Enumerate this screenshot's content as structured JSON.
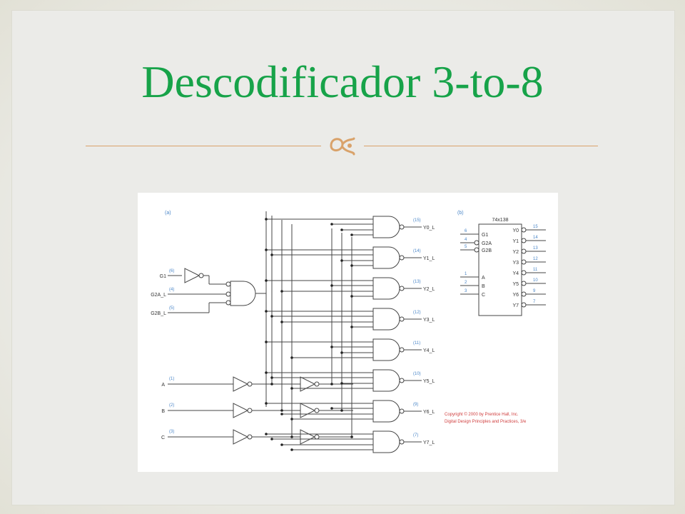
{
  "slide": {
    "title": "Descodificador 3-to-8",
    "ornament_icon": "fleuron-icon",
    "accent_color": "#17a349",
    "rule_color": "#d9a26a"
  },
  "figure": {
    "panel_a_label": "(a)",
    "panel_b_label": "(b)",
    "enable_inputs": [
      {
        "name": "G1",
        "pin": "(6)"
      },
      {
        "name": "G2A_L",
        "pin": "(4)"
      },
      {
        "name": "G2B_L",
        "pin": "(5)"
      }
    ],
    "select_inputs": [
      {
        "name": "A",
        "pin": "(1)"
      },
      {
        "name": "B",
        "pin": "(2)"
      },
      {
        "name": "C",
        "pin": "(3)"
      }
    ],
    "outputs": [
      {
        "name": "Y0_L",
        "pin": "(15)"
      },
      {
        "name": "Y1_L",
        "pin": "(14)"
      },
      {
        "name": "Y2_L",
        "pin": "(13)"
      },
      {
        "name": "Y3_L",
        "pin": "(12)"
      },
      {
        "name": "Y4_L",
        "pin": "(11)"
      },
      {
        "name": "Y5_L",
        "pin": "(10)"
      },
      {
        "name": "Y6_L",
        "pin": "(9)"
      },
      {
        "name": "Y7_L",
        "pin": "(7)"
      }
    ],
    "chip": {
      "name": "74x138",
      "left_pins": [
        {
          "name": "G1",
          "num": "6"
        },
        {
          "name": "G2A",
          "num": "4"
        },
        {
          "name": "G2B",
          "num": "5"
        },
        {
          "name": "A",
          "num": "1"
        },
        {
          "name": "B",
          "num": "2"
        },
        {
          "name": "C",
          "num": "3"
        }
      ],
      "right_pins": [
        {
          "name": "Y0",
          "num": "15"
        },
        {
          "name": "Y1",
          "num": "14"
        },
        {
          "name": "Y2",
          "num": "13"
        },
        {
          "name": "Y3",
          "num": "12"
        },
        {
          "name": "Y4",
          "num": "11"
        },
        {
          "name": "Y5",
          "num": "10"
        },
        {
          "name": "Y6",
          "num": "9"
        },
        {
          "name": "Y7",
          "num": "7"
        }
      ]
    },
    "copyright_lines": [
      "Copyright © 2000 by Prentice Hall, Inc.",
      "Digital Design Principles and Practices, 3/e"
    ]
  }
}
